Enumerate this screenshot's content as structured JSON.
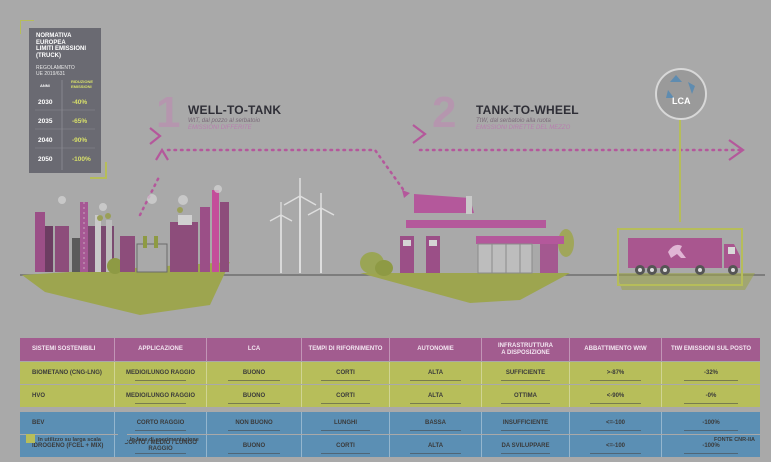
{
  "regulation": {
    "title_lines": [
      "NORMATIVA",
      "EUROPEA",
      "LIMITI EMISSIONI",
      "(TRUCK)"
    ],
    "subtitle_lines": [
      "REGOLAMENTO",
      "UE 2019/631"
    ],
    "col_year": "ANNI",
    "col_reduction": "RIDUZIONE EMISSIONI",
    "rows": [
      {
        "year": "2030",
        "value": "-40%"
      },
      {
        "year": "2035",
        "value": "-65%"
      },
      {
        "year": "2040",
        "value": "-90%"
      },
      {
        "year": "2050",
        "value": "-100%"
      }
    ]
  },
  "well_to_tank": {
    "number": "1",
    "title": "WELL-TO-TANK",
    "line1": "WtT, dal pozzo al serbatoio",
    "line2": "EMISSIONI DIFFERITE"
  },
  "tank_to_wheel": {
    "number": "2",
    "title": "TANK-TO-WHEEL",
    "line1": "TtW, dal serbatoio alla ruota",
    "line2": "EMISSIONI DIRETTE DEL MEZZO"
  },
  "lca_badge": "LCA",
  "colors": {
    "background": "#a9a9a9",
    "magenta": "#b0598f",
    "green": "#b7be5a",
    "blue": "#5b8fb4",
    "header_row": "#a25c8f",
    "dark_box": "#6a6a72"
  },
  "table": {
    "headers": [
      "SISTEMI SOSTENIBILI",
      "APPLICAZIONE",
      "LCA",
      "TEMPI DI RIFORNIMENTO",
      "AUTONOMIE",
      "INFRASTRUTTURA A DISPOSIZIONE",
      "ABBATTIMENTO WtW",
      "TtW EMISSIONI SUL POSTO"
    ],
    "rows": [
      {
        "group": "green",
        "cells": [
          "BIOMETANO (CNG-LNG)",
          "MEDIO/LUNGO RAGGIO",
          "BUONO",
          "CORTI",
          "ALTA",
          "SUFFICIENTE",
          ">-87%",
          "-32%"
        ]
      },
      {
        "group": "green",
        "cells": [
          "HVO",
          "MEDIO/LUNGO RAGGIO",
          "BUONO",
          "CORTI",
          "ALTA",
          "OTTIMA",
          "<-90%",
          "-0%"
        ]
      },
      {
        "group": "blue",
        "cells": [
          "BEV",
          "CORTO RAGGIO",
          "NON BUONO",
          "LUNGHI",
          "BASSA",
          "INSUFFICIENTE",
          "<=-100",
          "-100%"
        ]
      },
      {
        "group": "blue",
        "cells": [
          "IDROGENO (FCEL + MIX)",
          "CORTO / MEDIO / LUNGO RAGGIO",
          "BUONO",
          "CORTI",
          "ALTA",
          "DA SVILUPPARE",
          "<=-100",
          "-100%"
        ]
      }
    ]
  },
  "legend": {
    "green_label": "In utilizzo su larga scala",
    "blue_label": "In fase di sperimentazione"
  },
  "source": "FONTE CNR-IIA"
}
